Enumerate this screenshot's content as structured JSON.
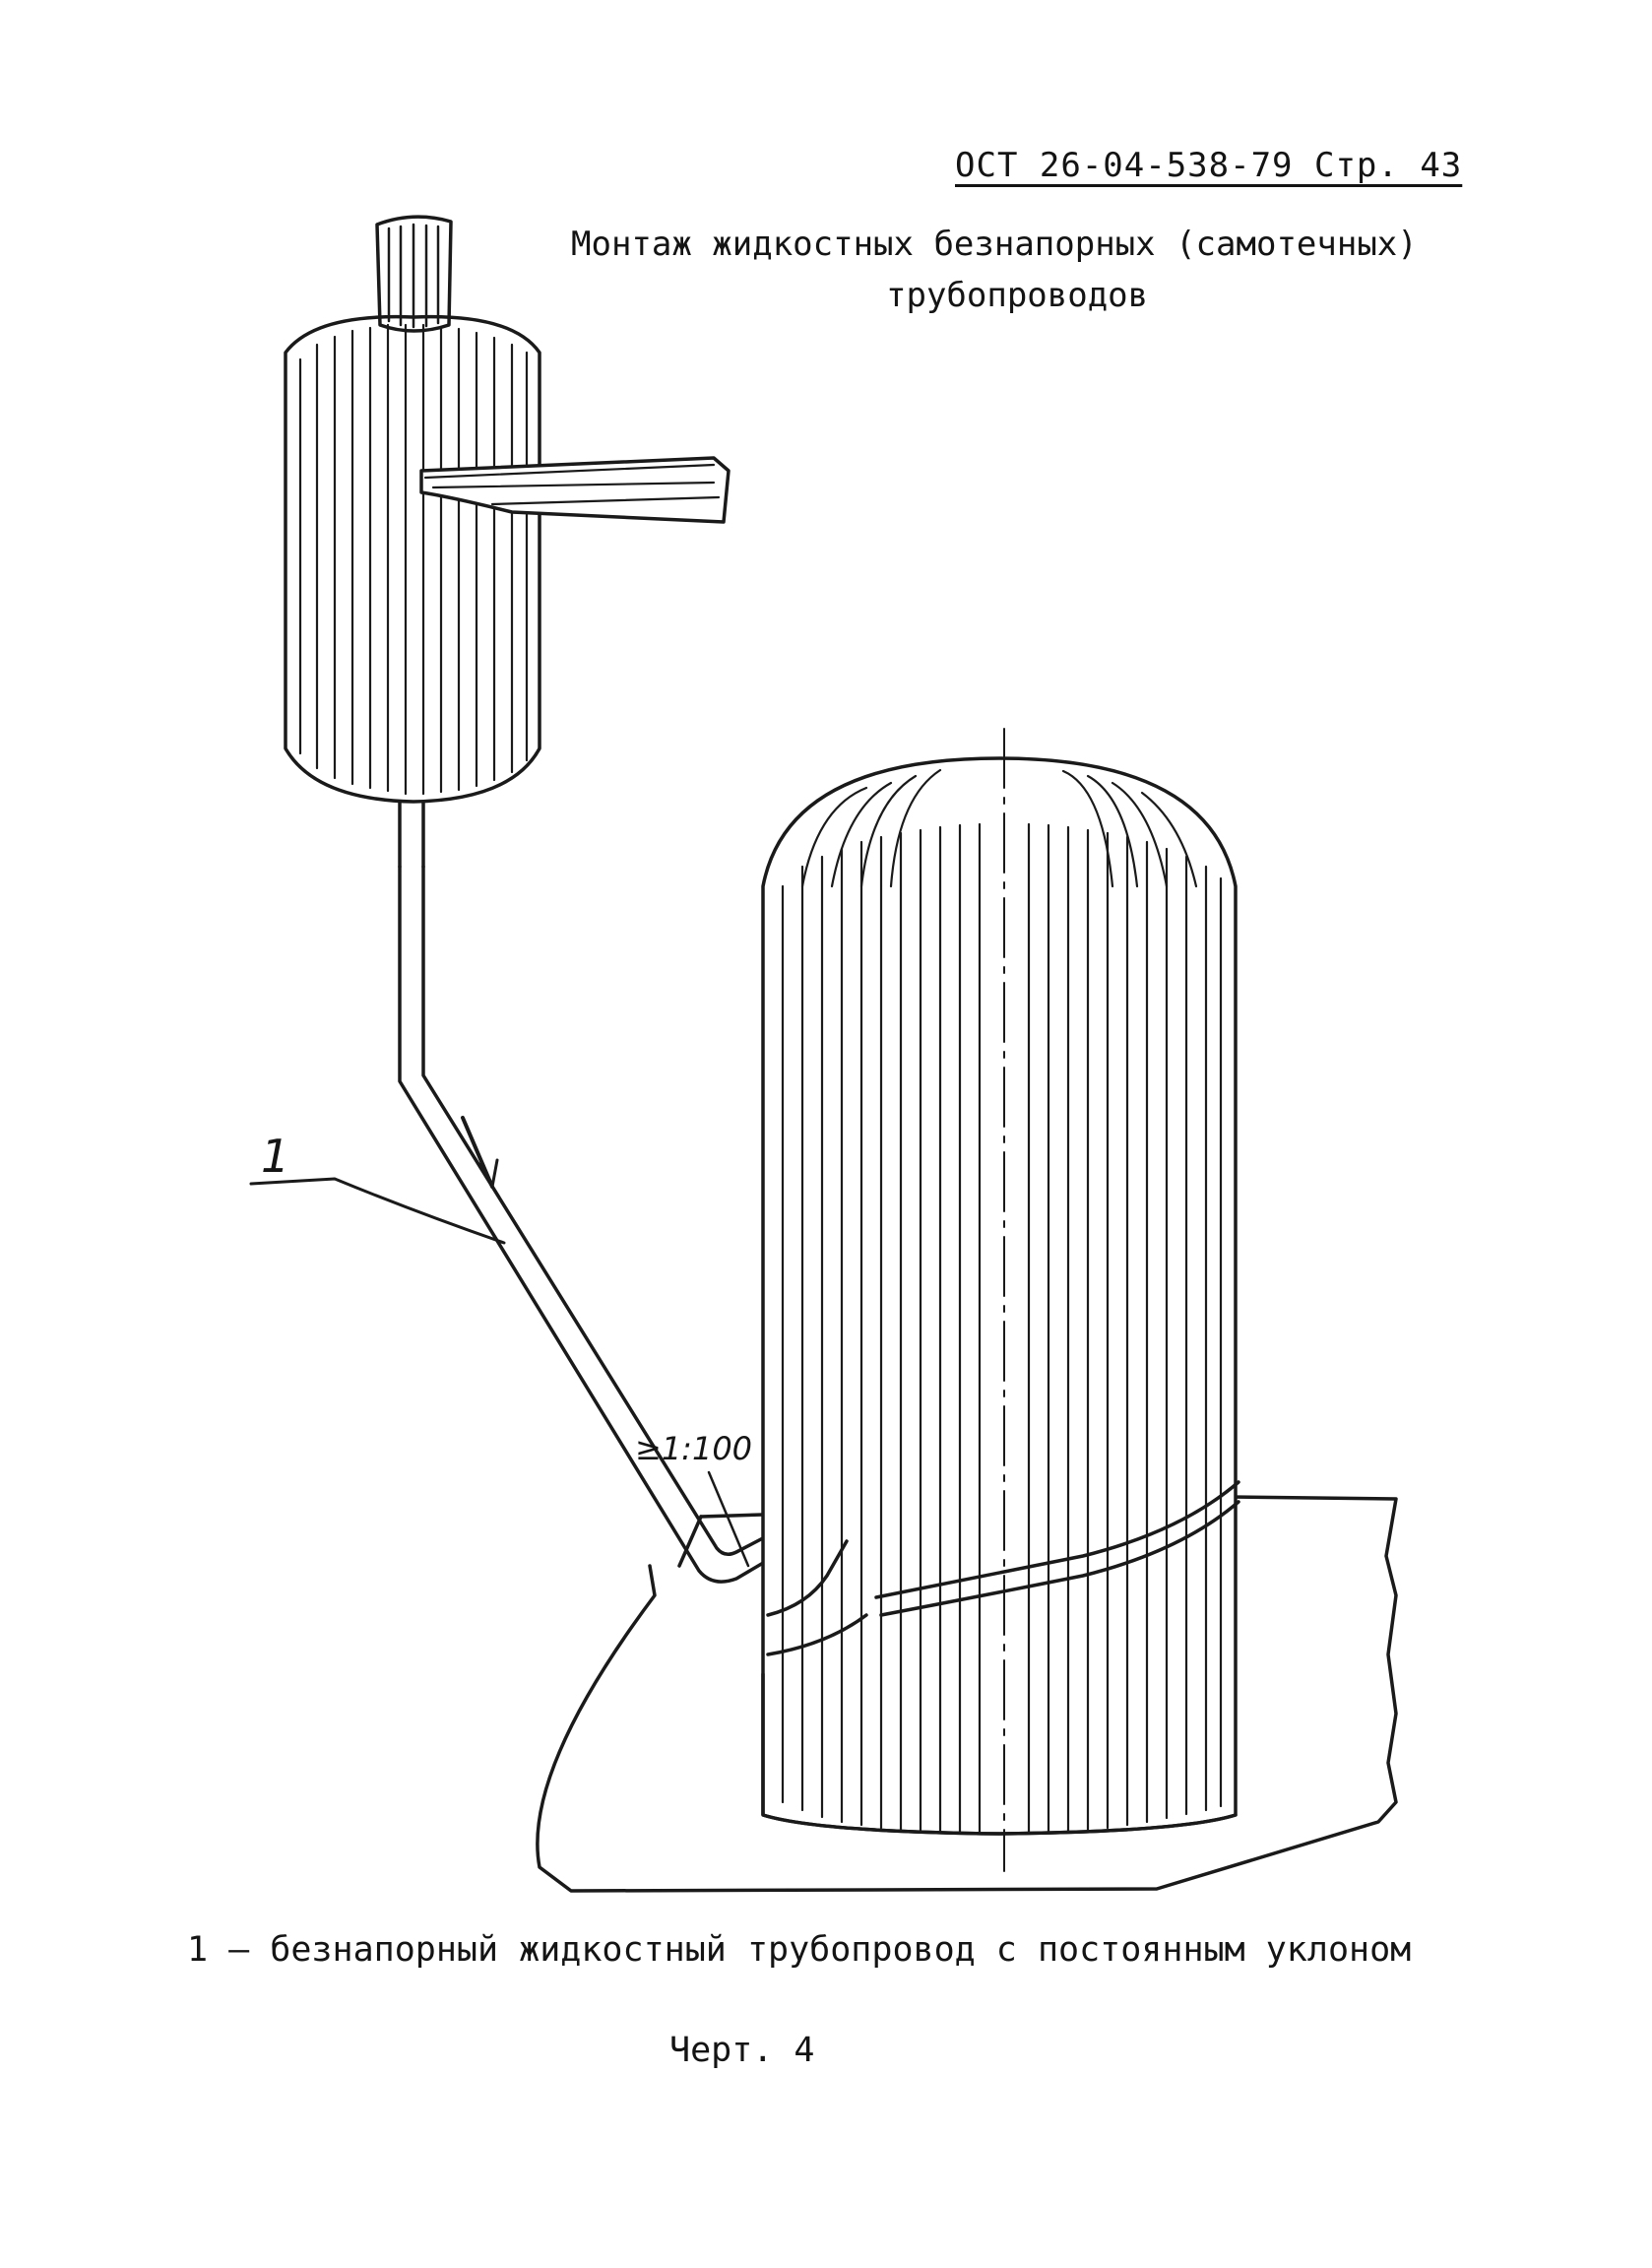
{
  "header": {
    "doc_ref": "ОСТ 26-04-538-79 Стр. 43"
  },
  "title": {
    "line1": "Монтаж жидкостных безнапорных (самотечных)",
    "line2": "трубопроводов"
  },
  "drawing": {
    "callout_1": "1",
    "slope_label": "≥1:100"
  },
  "caption": "1 – безнапорный жидкостный трубопровод с постоянным уклоном",
  "figure_label": "Черт. 4"
}
